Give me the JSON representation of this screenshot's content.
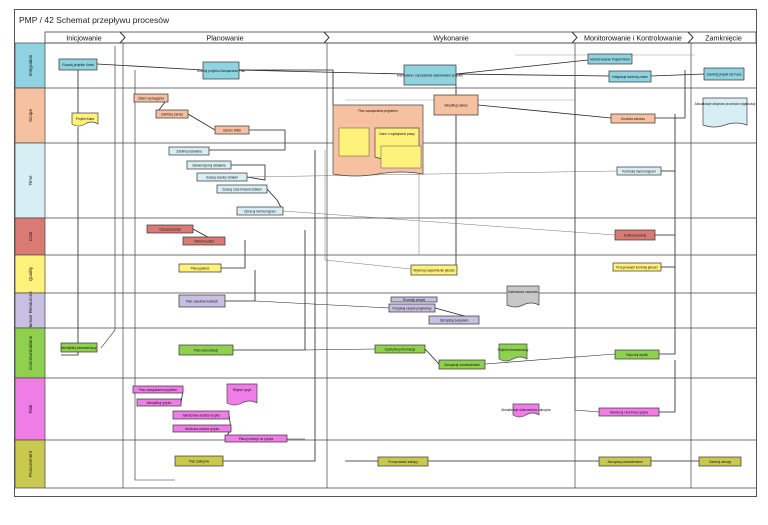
{
  "title": "PMP / 42 Schemat przepływu procesów",
  "colors": {
    "teal": "#8fd3e0",
    "salmon": "#f6c1a0",
    "light_blue": "#d8eef5",
    "red": "#d97b74",
    "yellow": "#fff27a",
    "lavender": "#c9bfe3",
    "green": "#8fd14f",
    "pink": "#f07ce8",
    "olive": "#c9c94f",
    "gray": "#c8c8c8",
    "lane_integration": "#8fd3e0",
    "lane_scope": "#f6c1a0",
    "lane_time": "#d8eef5",
    "lane_cost": "#d97b74",
    "lane_quality": "#fff27a",
    "lane_hr": "#c9bfe3",
    "lane_comm": "#8fd14f",
    "lane_risk": "#f07ce8",
    "lane_procurement": "#c9c94f"
  },
  "phases": [
    {
      "label": "Inicjowanie"
    },
    {
      "label": "Planowanie"
    },
    {
      "label": "Wykonanie"
    },
    {
      "label": "Monitorowanie i Kontrolowanie"
    },
    {
      "label": "Zamknięcie"
    }
  ],
  "lanes": [
    {
      "label": "Integration",
      "color": "teal"
    },
    {
      "label": "Scope",
      "color": "salmon"
    },
    {
      "label": "Time",
      "color": "light_blue"
    },
    {
      "label": "Cost",
      "color": "red"
    },
    {
      "label": "Quality",
      "color": "yellow"
    },
    {
      "label": "Human Resources",
      "color": "lavender"
    },
    {
      "label": "Communications",
      "color": "green"
    },
    {
      "label": "Risk",
      "color": "pink"
    },
    {
      "label": "Procurement",
      "color": "olive"
    }
  ],
  "nodes": [
    {
      "id": "karta",
      "label": "Rozwój projektu Karta",
      "color": "teal"
    },
    {
      "id": "plan-int",
      "label": "Rozwój projektu Zarządzania Plan",
      "color": "teal"
    },
    {
      "id": "wyk-int",
      "label": "Kierowanie i zarządzanie wykonaniem projektu",
      "color": "teal"
    },
    {
      "id": "mon-int",
      "label": "Monitorowanie Projekt Work",
      "color": "teal"
    },
    {
      "id": "zmiany-int",
      "label": "Integracja kontrolą zmian",
      "color": "teal"
    },
    {
      "id": "zamk-int",
      "label": "Zamknij projekt lub Faza",
      "color": "teal"
    },
    {
      "id": "zbieranie",
      "label": "Zbierz wymagania",
      "color": "salmon"
    },
    {
      "id": "zakres",
      "label": "Zdefiniuj zakres",
      "color": "salmon"
    },
    {
      "id": "wbs",
      "label": "Utwórz WBS",
      "color": "salmon"
    },
    {
      "id": "weryf",
      "label": "Weryfikuj zakres",
      "color": "salmon"
    },
    {
      "id": "kontr-zakr",
      "label": "Kontrola zakresu",
      "color": "salmon"
    },
    {
      "id": "def-dz",
      "label": "Zdefiniuj działania",
      "color": "light_blue"
    },
    {
      "id": "sekw",
      "label": "Sekwencjonuj działania",
      "color": "light_blue"
    },
    {
      "id": "zasoby",
      "label": "Szacuj zasoby działań",
      "color": "light_blue"
    },
    {
      "id": "czas",
      "label": "Szacuj czas trwania działań",
      "color": "light_blue"
    },
    {
      "id": "harm",
      "label": "Opracuj harmonogram",
      "color": "light_blue"
    },
    {
      "id": "kontr-harm",
      "label": "Kontroluj harmonogram",
      "color": "light_blue"
    },
    {
      "id": "koszty",
      "label": "Oszacuj koszty",
      "color": "red"
    },
    {
      "id": "budzet",
      "label": "Określ budżet",
      "color": "red"
    },
    {
      "id": "kontr-koszt",
      "label": "Kontroluj koszty",
      "color": "red"
    },
    {
      "id": "jakosc",
      "label": "Planuj jakość",
      "color": "yellow"
    },
    {
      "id": "zapew-jak",
      "label": "Wykonaj zapewnienie jakości",
      "color": "yellow"
    },
    {
      "id": "kontr-jak",
      "label": "Przeprowadź kontrolę jakości",
      "color": "yellow"
    },
    {
      "id": "plan-hr",
      "label": "Plan zasobów ludzkich",
      "color": "lavender"
    },
    {
      "id": "pozysk",
      "label": "Pozyskaj zespół projektowy",
      "color": "lavender"
    },
    {
      "id": "rozwoj",
      "label": "Rozwijaj zespół",
      "color": "lavender"
    },
    {
      "id": "zarz-zesp",
      "label": "Zarządzaj zespołem",
      "color": "lavender"
    },
    {
      "id": "interes",
      "label": "Identyfikuj interesariuszy",
      "color": "green"
    },
    {
      "id": "plan-kom",
      "label": "Plan komunikacji",
      "color": "green"
    },
    {
      "id": "dystr",
      "label": "Dystrybuuj informacje",
      "color": "green"
    },
    {
      "id": "oczek",
      "label": "Zarządzaj oczekiwaniami",
      "color": "green"
    },
    {
      "id": "raport",
      "label": "Raportuj wyniki",
      "color": "green"
    },
    {
      "id": "plan-ryz",
      "label": "Plan zarządzania ryzykiem",
      "color": "pink"
    },
    {
      "id": "ident-ryz",
      "label": "Identyfikuj ryzyka",
      "color": "pink"
    },
    {
      "id": "jakosc-ryz",
      "label": "Jakościowa analiza ryzyka",
      "color": "pink"
    },
    {
      "id": "ilosc-ryz",
      "label": "Ilościowa analiza ryzyka",
      "color": "pink"
    },
    {
      "id": "reakcje",
      "label": "Planuj reakcje na ryzyka",
      "color": "pink"
    },
    {
      "id": "monit-ryz",
      "label": "Monitoruj i kontroluj ryzyka",
      "color": "pink"
    },
    {
      "id": "plan-zak",
      "label": "Plan Zakupów",
      "color": "olive"
    },
    {
      "id": "przepr-zak",
      "label": "Przeprowadź zakupy",
      "color": "olive"
    },
    {
      "id": "admin-zak",
      "label": "Zarządzaj zamówieniami",
      "color": "olive"
    },
    {
      "id": "zamk-zak",
      "label": "Zamknij zakupy",
      "color": "olive"
    }
  ],
  "documents": [
    {
      "id": "doc-karta",
      "label": "Projekt Karta",
      "color": "yellow"
    },
    {
      "id": "doc-plan",
      "label": "Plan zarządzania projektem",
      "color": "salmon"
    },
    {
      "id": "doc-dane",
      "label": "Dane o wydajności pracy",
      "color": "yellow"
    },
    {
      "id": "doc-rejestr",
      "label": "Rejestr interesariuszy",
      "color": "green"
    },
    {
      "id": "doc-ryzyka",
      "label": "Rejestr ryzyk",
      "color": "pink"
    },
    {
      "id": "doc-kalend",
      "label": "Kalendarze zasobów",
      "color": "gray"
    },
    {
      "id": "doc-zamk",
      "label": "Aktualizacje aktywów procesów organizacji",
      "color": "light_blue"
    },
    {
      "id": "doc-zakup",
      "label": "Aktualizacje dokumentów zakupów",
      "color": "pink"
    }
  ]
}
